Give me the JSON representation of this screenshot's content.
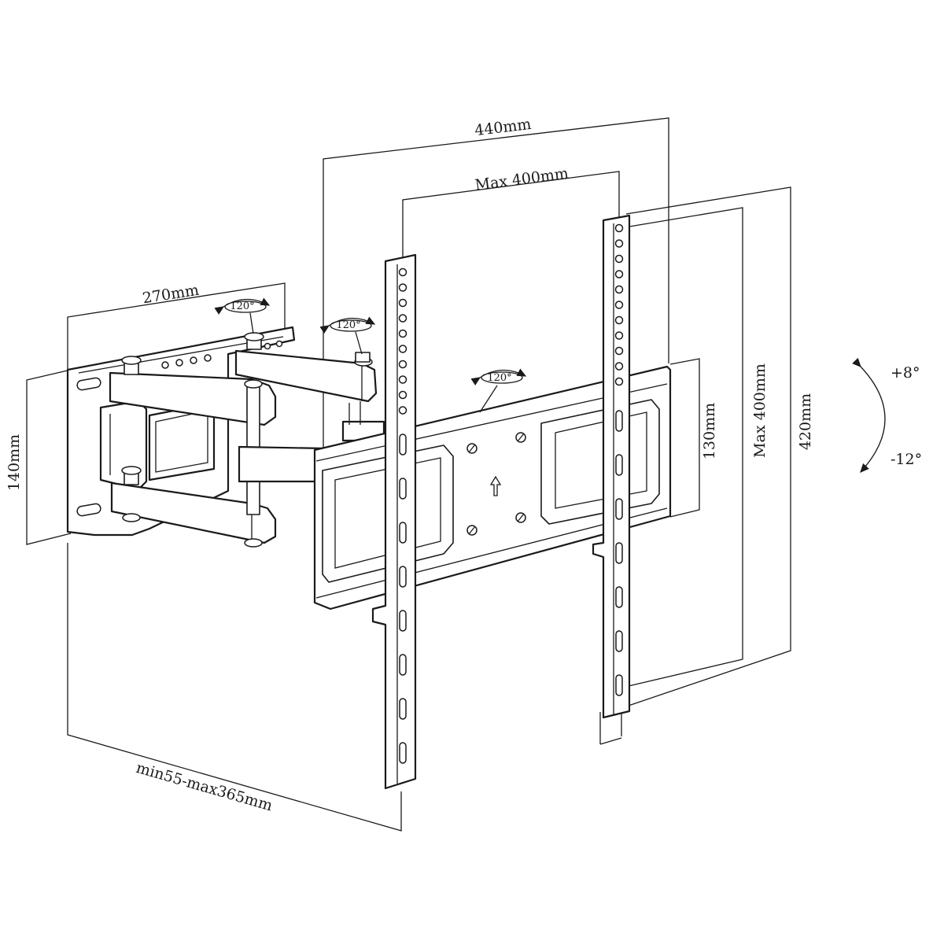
{
  "dimensions": {
    "overall_width": "440mm",
    "max_vesa_width": "Max 400mm",
    "arm_width": "270mm",
    "wall_plate_height": "140mm",
    "bracket_height": "130mm",
    "max_vesa_height": "Max 400mm",
    "overall_height": "420mm",
    "extension": "min55-max365mm"
  },
  "rotations": {
    "wall_pivot": "120°",
    "arm_pivot": "120°",
    "head_swivel": "120°"
  },
  "tilt": {
    "up": "+8°",
    "down": "-12°"
  }
}
